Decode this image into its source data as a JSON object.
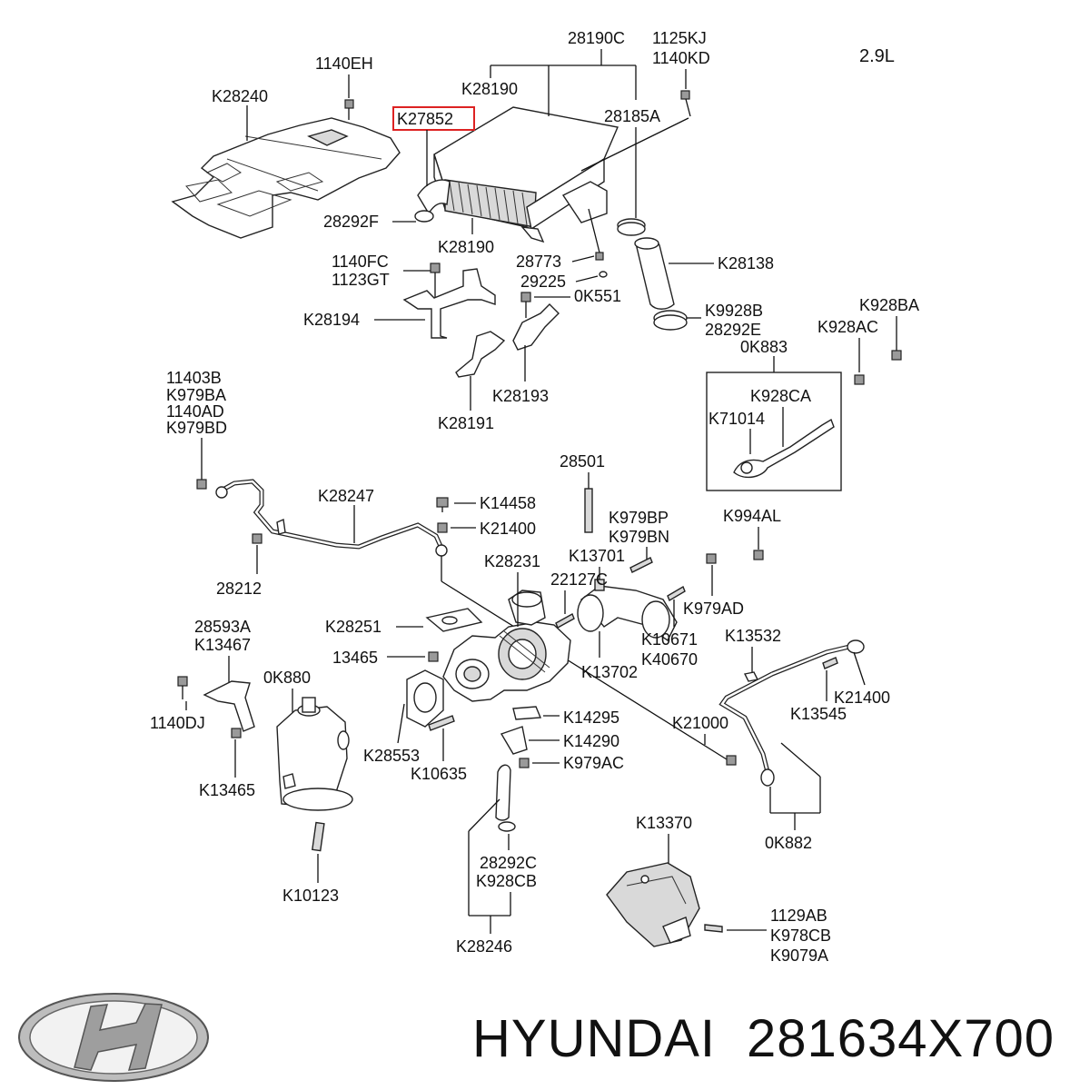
{
  "engine_label": "2.9L",
  "highlighted_part": "K27852",
  "labels": {
    "28190C": "28190C",
    "1125KJ": "1125KJ",
    "1140KD": "1140KD",
    "1140EH": "1140EH",
    "K28240": "K28240",
    "K28190_top": "K28190",
    "K27852": "K27852",
    "28185A": "28185A",
    "28292F": "28292F",
    "K28190_bottom": "K28190",
    "1140FC": "1140FC",
    "1123GT": "1123GT",
    "28773": "28773",
    "29225": "29225",
    "0K551": "0K551",
    "K28138": "K28138",
    "K28194": "K28194",
    "K9928B": "K9928B",
    "28292E": "28292E",
    "K928BA": "K928BA",
    "K928AC": "K928AC",
    "0K883": "0K883",
    "K28193": "K28193",
    "K28191": "K28191",
    "K928CA": "K928CA",
    "K71014": "K71014",
    "11403B": "11403B",
    "K979BA": "K979BA",
    "1140AD": "1140AD",
    "K979BD": "K979BD",
    "28501": "28501",
    "K28247": "K28247",
    "K14458": "K14458",
    "K21400_top": "K21400",
    "K979BP": "K979BP",
    "K979BN": "K979BN",
    "K994AL": "K994AL",
    "K28231": "K28231",
    "K13701": "K13701",
    "28212": "28212",
    "22127C": "22127C",
    "K979AD": "K979AD",
    "28593A": "28593A",
    "K13467": "K13467",
    "K28251": "K28251",
    "K10671": "K10671",
    "K40670": "K40670",
    "K13532": "K13532",
    "0K880": "0K880",
    "13465": "13465",
    "K13702": "K13702",
    "K21400_right": "K21400",
    "1140DJ": "1140DJ",
    "K14295": "K14295",
    "K13545": "K13545",
    "K21000": "K21000",
    "K14290": "K14290",
    "K28553": "K28553",
    "K979AC": "K979AC",
    "K10635": "K10635",
    "K13465": "K13465",
    "K13370": "K13370",
    "0K882": "0K882",
    "28292C": "28292C",
    "K928CB_left": "K928CB",
    "K10123": "K10123",
    "1129AB": "1129AB",
    "K978CB": "K978CB",
    "K9079A": "K9079A",
    "K28246": "K28246"
  },
  "footer": {
    "brand": "HYUNDAI",
    "part_number": "281634X700",
    "logo_icon": "hyundai-logo-icon"
  }
}
